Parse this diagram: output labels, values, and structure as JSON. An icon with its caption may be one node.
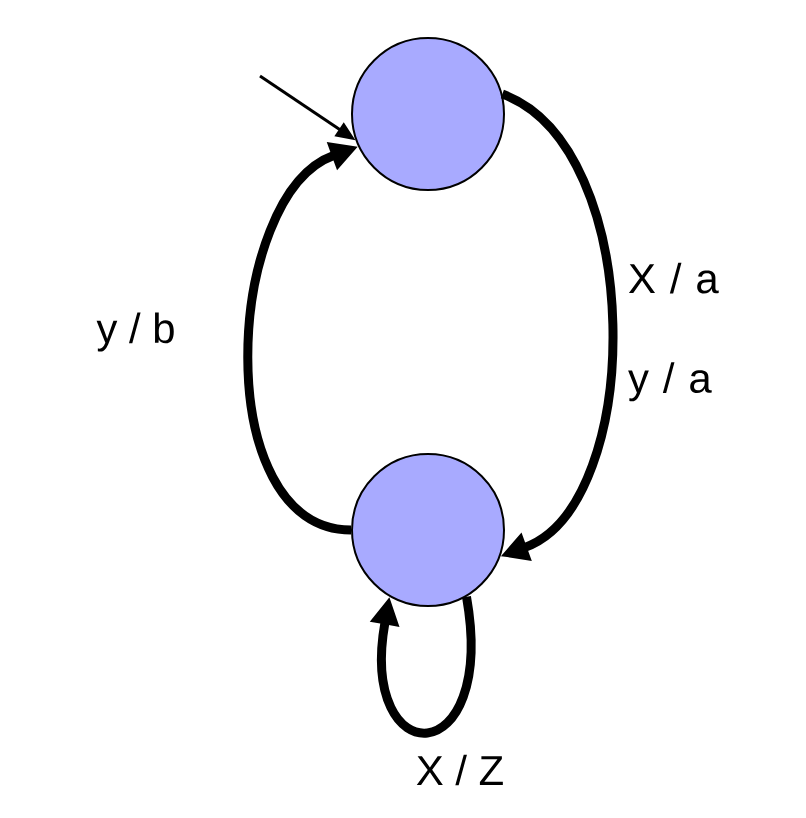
{
  "diagram": {
    "nodes": [
      {
        "text": [],
        "shape": "circle"
      },
      {
        "text": [],
        "shape": "circle"
      }
    ],
    "edges": [
      {
        "from": null,
        "to": 0,
        "arrow": "to"
      },
      {
        "from": 1,
        "to": 0,
        "arrow": "to",
        "label": "y / b"
      },
      {
        "from": 0,
        "to": 1,
        "arrow": "to",
        "label": "X / a y / a"
      },
      {
        "from": 1,
        "to": 1,
        "arrow": "to",
        "label": "X / Z"
      }
    ]
  }
}
